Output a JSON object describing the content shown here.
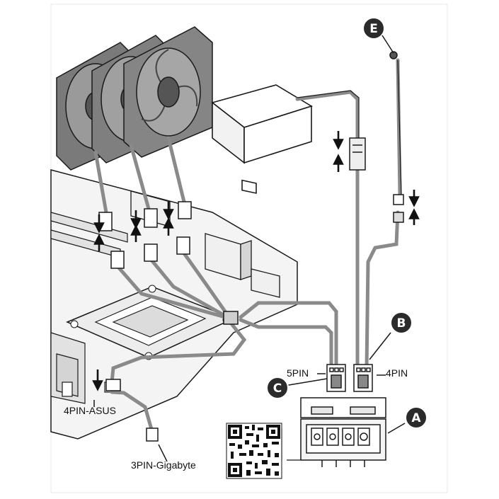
{
  "labels": {
    "pin5": "5PIN",
    "pin4": "4PIN",
    "pin4_asus": "4PIN-ASUS",
    "pin3_gigabyte": "3PIN-Gigabyte"
  },
  "badges": {
    "a": "A",
    "b": "B",
    "c": "C",
    "e": "E"
  },
  "icons": {
    "fan": "fan-icon",
    "psu": "power-supply-icon",
    "cpu": "cpu-icon",
    "hub": "fan-hub-icon",
    "controller": "rgb-controller-icon",
    "qr": "qr-code-icon",
    "arrow": "arrow-icon"
  },
  "colors": {
    "line": "#1a1a1a",
    "cable": "#8a8a8a",
    "badge": "#2b2b2b",
    "board": "#f2f2f2"
  }
}
